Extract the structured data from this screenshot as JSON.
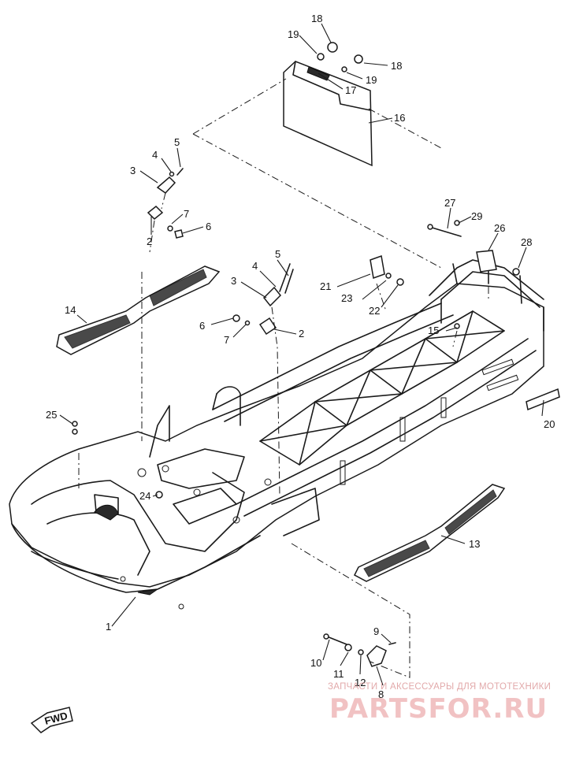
{
  "labels": {
    "n1": "1",
    "n2a": "2",
    "n2b": "2",
    "n3a": "3",
    "n3b": "3",
    "n4a": "4",
    "n4b": "4",
    "n5a": "5",
    "n5b": "5",
    "n6a": "6",
    "n6b": "6",
    "n7a": "7",
    "n7b": "7",
    "n8": "8",
    "n9": "9",
    "n10": "10",
    "n11": "11",
    "n12": "12",
    "n13": "13",
    "n14": "14",
    "n15": "15",
    "n16": "16",
    "n17": "17",
    "n18a": "18",
    "n18b": "18",
    "n19a": "19",
    "n19b": "19",
    "n20": "20",
    "n21": "21",
    "n22": "22",
    "n23": "23",
    "n24": "24",
    "n25": "25",
    "n26": "26",
    "n27": "27",
    "n28": "28",
    "n29": "29"
  },
  "fwd_label": "FWD",
  "watermark": {
    "tagline": "ЗАПЧАСТИ И АКСЕССУАРЫ ДЛЯ МОТОТЕХНИКИ",
    "site": "PARTSFOR.RU"
  }
}
